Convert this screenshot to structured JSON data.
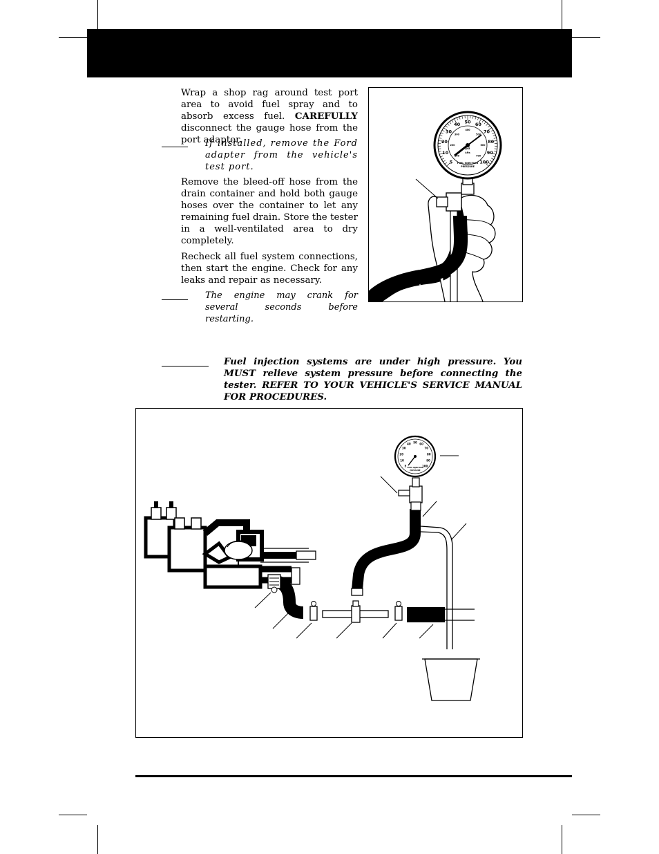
{
  "para1": {
    "before": "Wrap a shop rag around test port area to avoid fuel spray and to absorb excess fuel. ",
    "bold": "CAREFULLY",
    "after": " disconnect the gauge hose from the port adapter."
  },
  "note1": "If installed, remove the Ford adapter from the vehicle's test port.",
  "para2": "Remove the bleed-off hose from the drain container and hold both gauge hoses over the container to let any remaining fuel drain. Store the tester in a well-ventilated area to dry completely.",
  "para3": "Recheck all fuel system connections, then start the engine. Check for any leaks and repair as necessary.",
  "note2": "The engine may crank for several seconds before restarting.",
  "warning": "Fuel injection systems are under high pressure. You MUST relieve system pressure before connecting the tester. REFER TO YOUR VEHICLE'S SERVICE MANUAL FOR PROCEDURES.",
  "gauge": {
    "scale": [
      "5",
      "10",
      "20",
      "30",
      "40",
      "50",
      "60",
      "70",
      "80",
      "90",
      "100"
    ],
    "inner_scale": [
      "100",
      "200",
      "300",
      "400",
      "500",
      "600",
      "700"
    ],
    "small_labels": [
      "psi",
      "kPa"
    ],
    "brand_line1": "FUEL INJECTION",
    "brand_line2": "PRESSURE"
  },
  "gauge_small": {
    "scale": [
      "5",
      "10",
      "20",
      "30",
      "40",
      "50",
      "60",
      "70",
      "80",
      "90",
      "100"
    ],
    "brand_line1": "FUEL INJECTION",
    "brand_line2": "PRESSURE"
  },
  "colors": {
    "ink": "#000000",
    "paper": "#ffffff"
  }
}
